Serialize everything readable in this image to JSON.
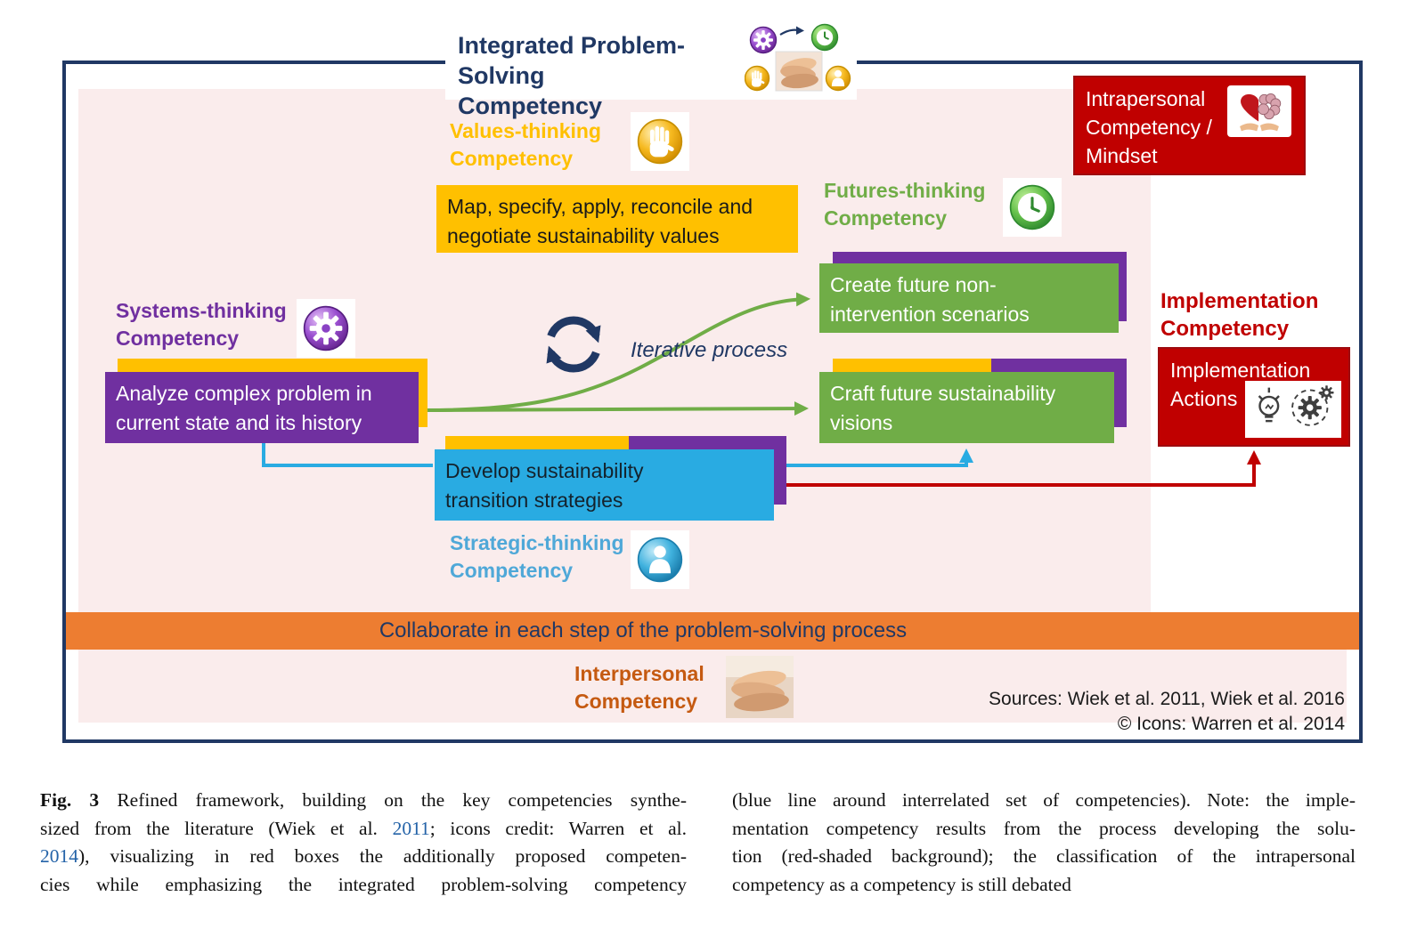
{
  "colors": {
    "navy": "#203864",
    "purple": "#7030A0",
    "gold": "#FFC000",
    "green": "#70AD47",
    "blue": "#29ABE2",
    "blue_label": "#4FA8D8",
    "red": "#C00000",
    "orange_band": "#ED7D31",
    "orange_text": "#C55A11",
    "pink_bg": "#FAECEC",
    "link_blue": "#2463A8"
  },
  "title": {
    "line1": "Integrated Problem-Solving",
    "line2": "Competency"
  },
  "intrapersonal": {
    "line1": "Intrapersonal",
    "line2": "Competency /",
    "line3": "Mindset"
  },
  "values": {
    "label1": "Values-thinking",
    "label2": "Competency",
    "box1": "Map, specify, apply, reconcile and",
    "box2": "negotiate sustainability values"
  },
  "futures": {
    "label1": "Futures-thinking",
    "label2": "Competency",
    "create1": "Create future non-",
    "create2": "intervention scenarios",
    "craft1": "Craft future sustainability",
    "craft2": "visions"
  },
  "systems": {
    "label1": "Systems-thinking",
    "label2": "Competency",
    "box1": "Analyze complex problem in",
    "box2": "current state and its history"
  },
  "iterative_label": "Iterative process",
  "strategic": {
    "label1": "Strategic-thinking",
    "label2": "Competency",
    "box1": "Develop sustainability",
    "box2": "transition strategies"
  },
  "implementation": {
    "label1": "Implementation",
    "label2": "Competency",
    "box1": "Implementation",
    "box2": "Actions"
  },
  "collaborate_text": "Collaborate in each step of the problem-solving process",
  "interpersonal": {
    "label1": "Interpersonal",
    "label2": "Competency"
  },
  "sources": {
    "line1": "Sources: Wiek et al. 2011, Wiek et al. 2016",
    "line2": "© Icons: Warren et al. 2014"
  },
  "icons": {
    "integrated": "competency-icons-cluster",
    "systems": "gear-icon",
    "values": "hand-icon",
    "futures": "clock-icon",
    "strategic": "person-icon",
    "intrapersonal": "heart-brain-hands-icon",
    "implementation": "lightbulb-gears-icon",
    "interpersonal": "stacked-hands-photo",
    "iterative": "circular-arrows-icon"
  },
  "caption": {
    "left": {
      "line1_fig": "Fig. 3",
      "line1_rest": " Refined framework, building on the key competencies synthe-",
      "line2_pre": "sized from the literature (Wiek et al. ",
      "line2_link": "2011",
      "line2_post": "; icons credit: Warren et al.",
      "line3_link": "2014",
      "line3_post": "), visualizing in red boxes the additionally proposed competen-",
      "line4": "cies while emphasizing the integrated problem-solving competency"
    },
    "right": {
      "line1": "(blue line around interrelated set of competencies). Note: the imple-",
      "line2": "mentation competency results from the process developing the solu-",
      "line3": "tion (red-shaded background); the classification of the intrapersonal",
      "line4": "competency as a competency is still debated"
    }
  }
}
